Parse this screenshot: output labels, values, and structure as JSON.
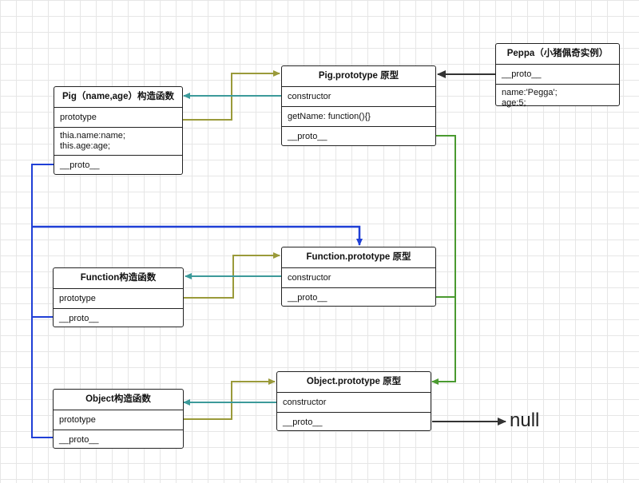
{
  "pig_ctor": {
    "title": "Pig（name,age）构造函数",
    "prototype": "prototype",
    "body_line1": "thia.name:name;",
    "body_line2": "this.age:age;",
    "proto": "__proto__"
  },
  "pig_proto": {
    "title": "Pig.prototype 原型",
    "constructor": "constructor",
    "method": "getName: function(){}",
    "proto": "__proto__"
  },
  "peppa": {
    "title": "Peppa（小猪佩奇实例）",
    "proto": "__proto__",
    "name_line": "name:'Pegga';",
    "age_line": "age:5;"
  },
  "function_ctor": {
    "title": "Function构造函数",
    "prototype": "prototype",
    "proto": "__proto__"
  },
  "function_proto": {
    "title": "Function.prototype 原型",
    "constructor": "constructor",
    "proto": "__proto__"
  },
  "object_ctor": {
    "title": "Object构造函数",
    "prototype": "prototype",
    "proto": "__proto__"
  },
  "object_proto": {
    "title": "Object.prototype 原型",
    "constructor": "constructor",
    "proto": "__proto__"
  },
  "null_label": "null",
  "colors": {
    "prototype_link": "#9a9a3a",
    "constructor_link": "#3c9a9a",
    "proto_link_green": "#4a9a30",
    "function_proto_link": "#1f3fd6",
    "instance_link": "#333333"
  }
}
